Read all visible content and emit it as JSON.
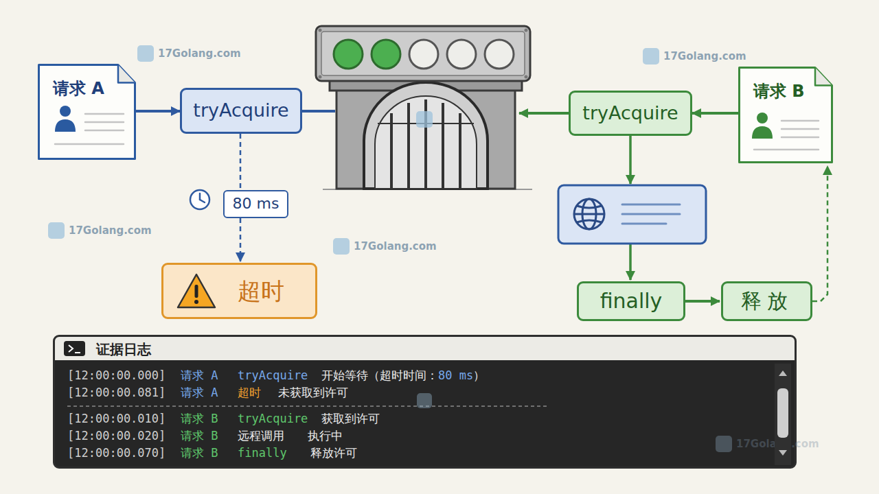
{
  "diagram": {
    "nodes": [
      {
        "text": [
          "请求 A"
        ]
      },
      {
        "text": [
          "tryAcquire"
        ]
      },
      {
        "text": [
          "tryAcquire"
        ]
      },
      {
        "text": [
          "请求 B"
        ]
      },
      {
        "text": [
          "80 ms"
        ]
      },
      {
        "text": [
          "超时"
        ]
      },
      {
        "text": [
          "finally"
        ]
      },
      {
        "text": [
          "释放"
        ]
      },
      {
        "text": [
          "证据日志"
        ]
      }
    ],
    "edges": [
      {
        "from": 0,
        "to": 1,
        "arrow": "to"
      },
      {
        "from": 1,
        "to": 4,
        "arrow": "none"
      },
      {
        "from": 4,
        "to": 5,
        "arrow": "to"
      },
      {
        "from": 3,
        "to": 2,
        "arrow": "to"
      },
      {
        "from": 6,
        "to": 7,
        "arrow": "to"
      },
      {
        "from": 7,
        "to": 3,
        "arrow": "to"
      }
    ],
    "labels": [
      "[12:00:00.000]",
      "请求 A",
      "tryAcquire",
      "开始等待（超时时间：",
      "80 ms",
      "）",
      "[12:00:00.081]",
      "请求 A",
      "超时",
      "未获取到许可",
      "[12:00:00.010]",
      "请求 B",
      "tryAcquire",
      "获取到许可",
      "[12:00:00.020]",
      "请求 B",
      "远程调用",
      "执行中",
      "[12:00:00.070]",
      "请求 B",
      "finally",
      "释放许可",
      "17Golang.com",
      "17Golang.com",
      "17Golang.com",
      "17Golang.com",
      "17Golang.com"
    ]
  }
}
